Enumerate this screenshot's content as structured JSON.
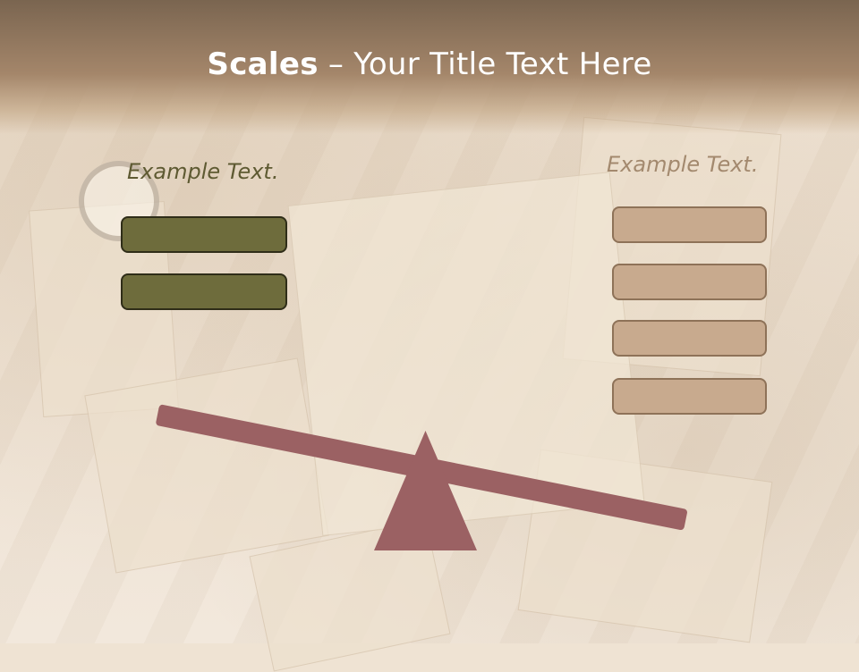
{
  "slide": {
    "title_strong": "Scales",
    "title_rest": " – Your Title Text Here",
    "left_heading": "Example Text.",
    "right_heading": "Example Text."
  },
  "left_boxes": [
    "",
    ""
  ],
  "right_boxes": [
    "",
    "",
    "",
    ""
  ],
  "colors": {
    "header": "#a4866a",
    "left_heading": "#5e5a32",
    "right_heading": "#a3896e",
    "olive_box": "#6e6c3c",
    "tan_box": "#c8aa8e",
    "beam": "#9b6163",
    "fulcrum": "#9b6163"
  },
  "balance": {
    "tilt": "down-right"
  }
}
